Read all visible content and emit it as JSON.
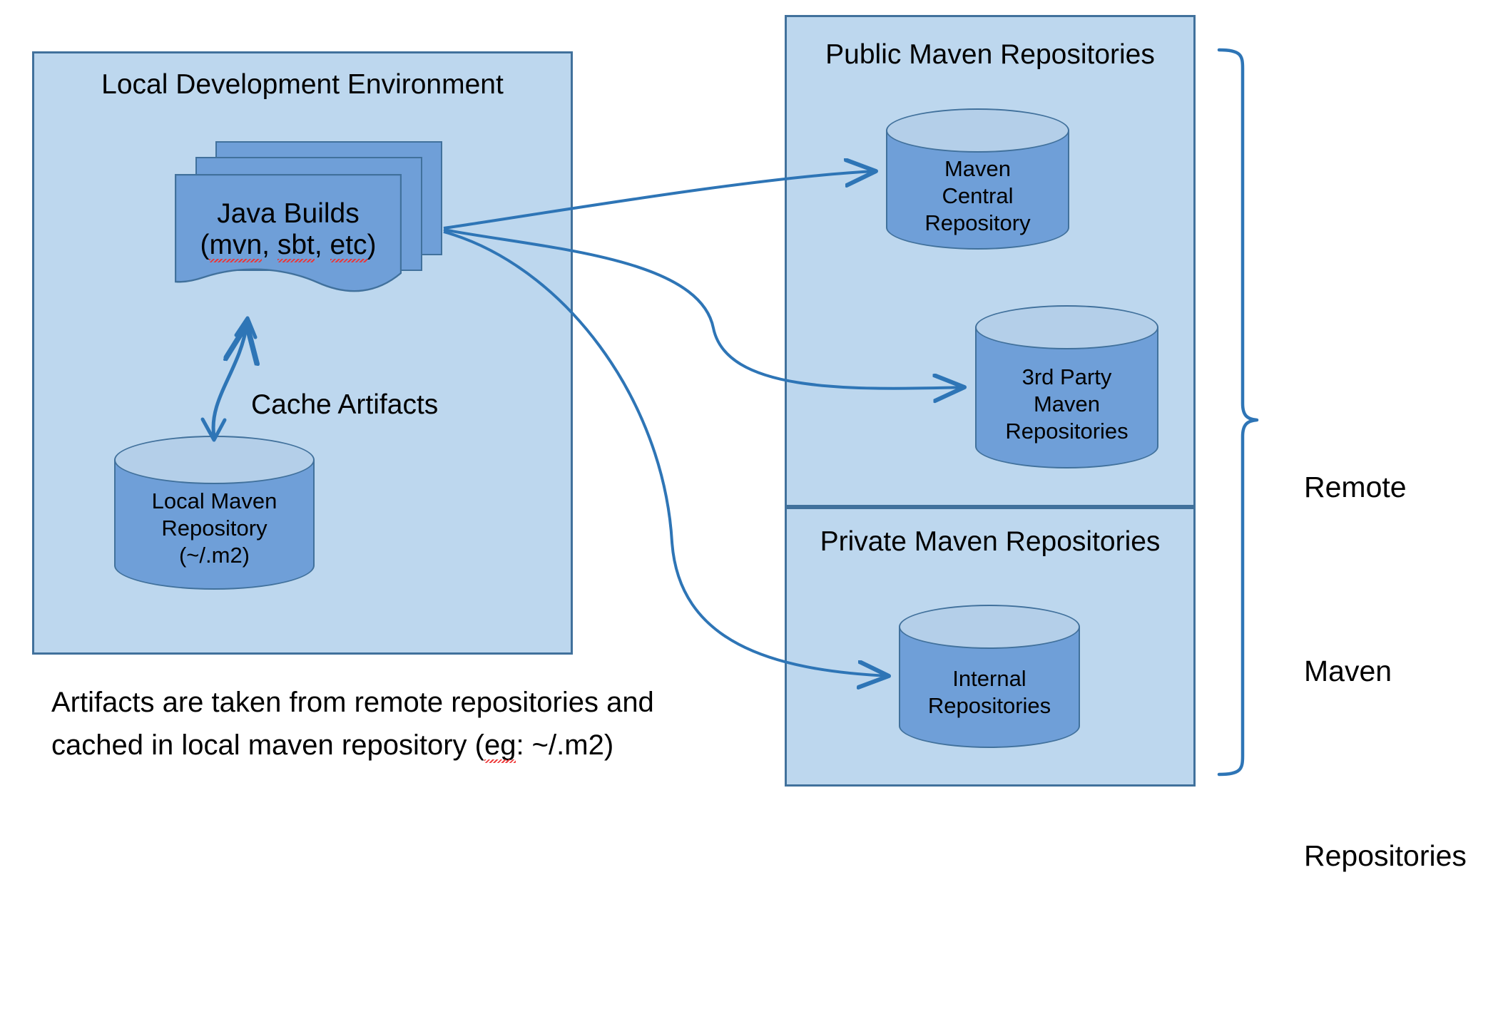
{
  "diagram": {
    "title_hidden": "",
    "colors": {
      "container_fill": "#bdd7ee",
      "container_border": "#41719c",
      "shape_fill": "#6f9fd8",
      "cylinder_top_fill": "#b4cfe9",
      "arrow": "#2e75b6",
      "text": "#000000"
    },
    "left_group": {
      "title": "Local Development Environment",
      "build_node": {
        "line1": "Java Builds",
        "line2_parts": [
          "(",
          "mvn",
          ", ",
          "sbt",
          ", ",
          "etc",
          ")"
        ],
        "line2": "(mvn, sbt, etc)"
      },
      "cache_label": "Cache Artifacts",
      "local_repo": {
        "line1": "Local Maven",
        "line2": "Repository",
        "line3": "(~/.m2)"
      }
    },
    "public_group": {
      "title": "Public Maven Repositories",
      "maven_central": {
        "line1": "Maven",
        "line2": "Central",
        "line3": "Repository"
      },
      "third_party": {
        "line1": "3rd Party",
        "line2": "Maven",
        "line3": "Repositories"
      }
    },
    "private_group": {
      "title": "Private Maven Repositories",
      "internal": {
        "line1": "Internal",
        "line2": "Repositories"
      }
    },
    "brace_label": {
      "line1": "Remote",
      "line2": "Maven",
      "line3": "Repositories"
    },
    "caption": {
      "line1": "Artifacts are taken from remote repositories and",
      "line2_pre": "cached in local maven repository (",
      "line2_eg": "eg",
      "line2_post": ": ~/.m2)",
      "line2": "cached in local maven repository (eg: ~/.m2)"
    }
  }
}
